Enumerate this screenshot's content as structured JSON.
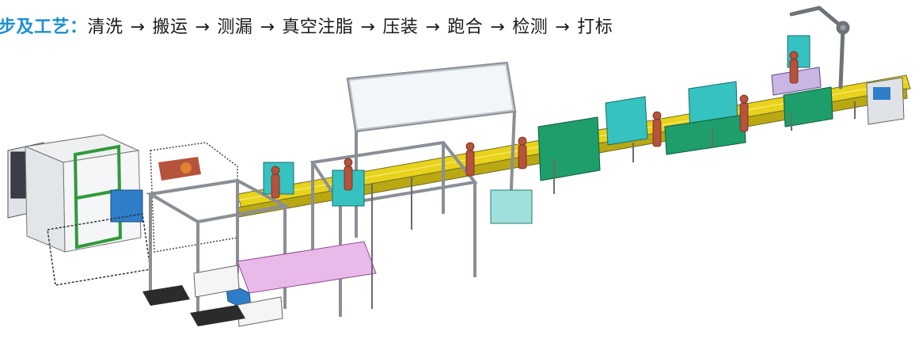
{
  "title": {
    "label": "步及工艺：",
    "steps": [
      "清洗",
      "搬运",
      "测漏",
      "真空注脂",
      "压装",
      "跑合",
      "检测",
      "打标"
    ],
    "arrow": "→"
  },
  "colors": {
    "label": "#1b8fd6",
    "text": "#1a1a1a",
    "frame": "#8a8f96",
    "conveyor": "#e8d21a",
    "machine_teal": "#36c2c0",
    "machine_green": "#1e9e6a",
    "operator": "#b5533c",
    "panel_blue": "#2e7ec9",
    "guard_pink": "#e9b9e9"
  },
  "icons": [
    "robot-arm-icon",
    "operator-figure-icon",
    "conveyor-icon",
    "enclosure-frame-icon"
  ]
}
